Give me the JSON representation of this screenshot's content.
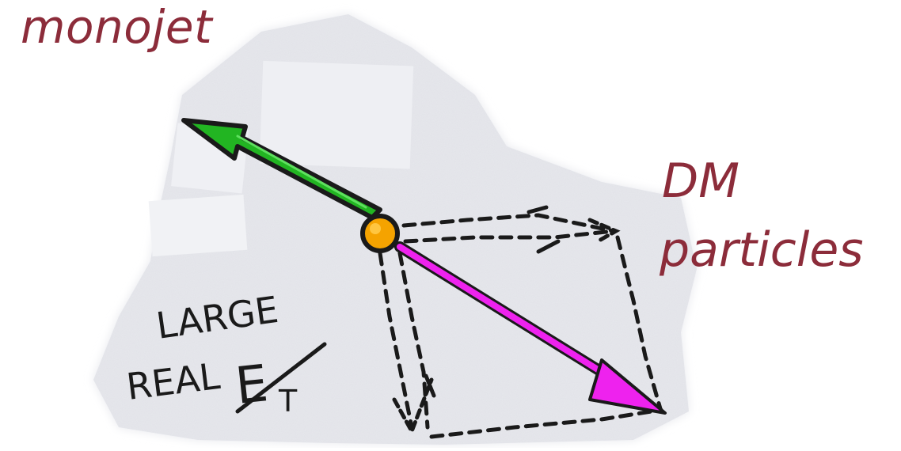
{
  "labels": {
    "jet": "monojet",
    "dm_line1": "DM",
    "dm_line2": "particles",
    "missing_et_line1": "LARGE",
    "missing_et_line2": "REAL",
    "missing_et_symbol": "E",
    "missing_et_subscript": "T"
  },
  "colors": {
    "label_text": "#8c2c3a",
    "jet_arrow": "#22b522",
    "dm_arrow": "#ee22ee",
    "vertex": "#f5a300",
    "sketch_ink": "#1a1a1a",
    "paper": "#e6e7ec"
  },
  "icons": {
    "vertex": "interaction-vertex-icon"
  }
}
